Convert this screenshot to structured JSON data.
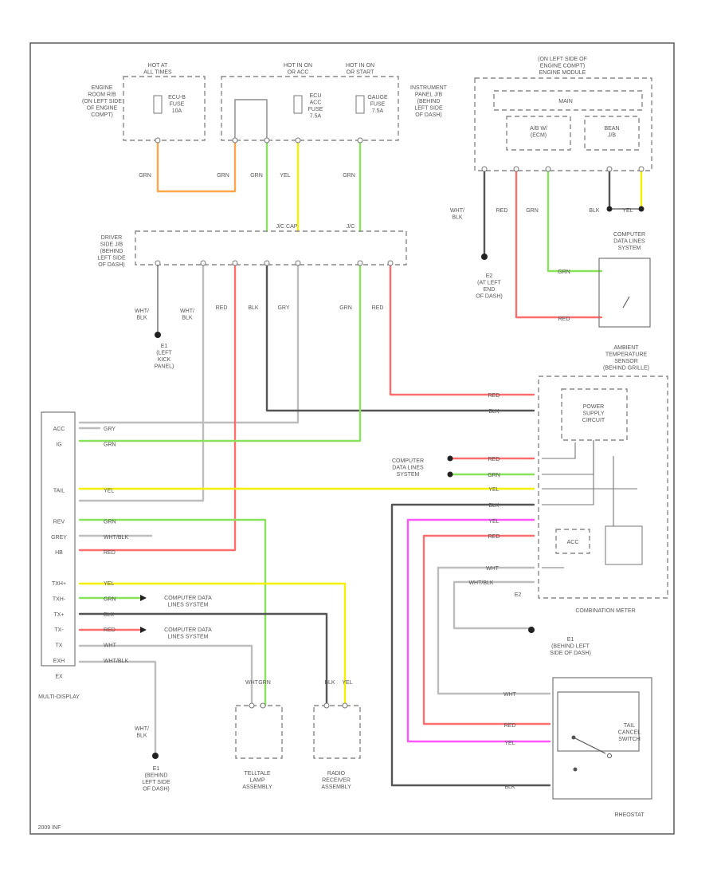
{
  "wire_colors": {
    "orange": "#ffa64d",
    "yellow": "#f4f000",
    "green": "#88e25c",
    "red": "#ff6e6e",
    "gray": "#bdbdbd",
    "black": "#444444",
    "magenta": "#ff55ff",
    "dark": "#555555"
  },
  "labels": {
    "fuse1_top": "HOT AT\nALL TIMES",
    "fuse2_top": "HOT IN ON\nOR ACC",
    "fuse3_top": "HOT IN ON\nOR START",
    "engine_box": "ENGINE\nROOM R/B\n(ON LEFT SIDE\nOF ENGINE\nCOMPT)",
    "fuse1": "ECU-B\nFUSE\n10A",
    "fuse2": "ECU\nACC\nFUSE\n7.5A",
    "fuse3": "GAUGE\nFUSE\n7.5A",
    "ip_jb": "INSTRUMENT\nPANEL J/B\n(BEHIND\nLEFT SIDE\nOF DASH)",
    "engine_module_top": "(ON LEFT SIDE OF\nENGINE COMPT)\nENGINE MODULE",
    "main_label": "MAIN",
    "relay_a": "A/B W/\n(ECM)",
    "relay_b": "BEAN\nJ/B",
    "driver_jb": "DRIVER\nSIDE J/B\n(BEHIND\nLEFT SIDE\nOF DASH)",
    "jb_conn": "J/C  CAP",
    "jb_conn2": "J/C",
    "ground_e1_left": "E1\n(LEFT\nKICK\nPANEL)",
    "ground_e2": "E2\n(AT LEFT\nEND\nOF DASH)",
    "computer_data1": "COMPUTER\nDATA LINES\nSYSTEM",
    "ambient": "AMBIENT\nTEMPERATURE\nSENSOR\n(BEHIND GRILLE)",
    "power_supply": "POWER\nSUPPLY\nCIRCUIT",
    "computer_data2": "COMPUTER\nDATA LINES\nSYSTEM",
    "acc": "ACC",
    "combo_meter": "COMBINATION METER",
    "e2_label": "E2",
    "ground_e1_dash": "E1\n(BEHIND LEFT\nSIDE OF DASH)",
    "rheostat": "RHEOSTAT",
    "tail_cancel": "TAIL\nCANCEL\nSWITCH",
    "multi_display": "MULTI-DISPLAY",
    "cdl_left1": "COMPUTER DATA\nLINES SYSTEM",
    "cdl_left2": "COMPUTER DATA\nLINES SYSTEM",
    "ground_e1_bottom": "E1\n(BEHIND\nLEFT SIDE\nOF DASH)",
    "telltale": "TELLTALE\nLAMP\nASSEMBLY",
    "radio": "RADIO\nRECEIVER\nASSEMBLY",
    "footer_code": "2009 INF"
  },
  "multi_display_pins": [
    "ACC",
    "IG",
    "",
    "",
    "TAIL",
    "",
    "REV",
    "GREY",
    "HB",
    "",
    "TXH+",
    "TXH-",
    "TX+",
    "TX-",
    "TX",
    "EXH",
    "EX"
  ],
  "multi_display_wires": [
    "GRY",
    "GRN",
    "",
    "",
    "YEL",
    "",
    "GRN",
    "WHT/BLK",
    "RED",
    "",
    "YEL",
    "GRN",
    "BLK",
    "RED",
    "WHT",
    "WHT/BLK",
    ""
  ],
  "wire_codes": {
    "w1": "GRN",
    "w2": "GRN",
    "w3": "GRN",
    "w4": "YEL",
    "w5": "GRN",
    "w6": "WHT/\nBLK",
    "w7": "WHT/\nBLK",
    "w8": "RED",
    "w9": "BLK",
    "w10": "GRY",
    "w11": "GRN",
    "w12": "RED",
    "w13": "WHT/\nBLK",
    "w14": "RED",
    "w15": "GRN",
    "w16": "BLK",
    "w17": "YEL",
    "w18": "WHT/\nBLK",
    "w19": "RED",
    "w20": "BLK",
    "w21": "YEL",
    "w22": "BLK",
    "w23": "WHT",
    "w24": "WHT/BLK",
    "w25": "WHT",
    "w26": "GRN",
    "w27": "BLK",
    "w28": "YEL",
    "w29": "WHT",
    "w30": "RED",
    "w31": "YEL",
    "w32": "BLK",
    "w33": "GRN",
    "w34": "RED"
  }
}
